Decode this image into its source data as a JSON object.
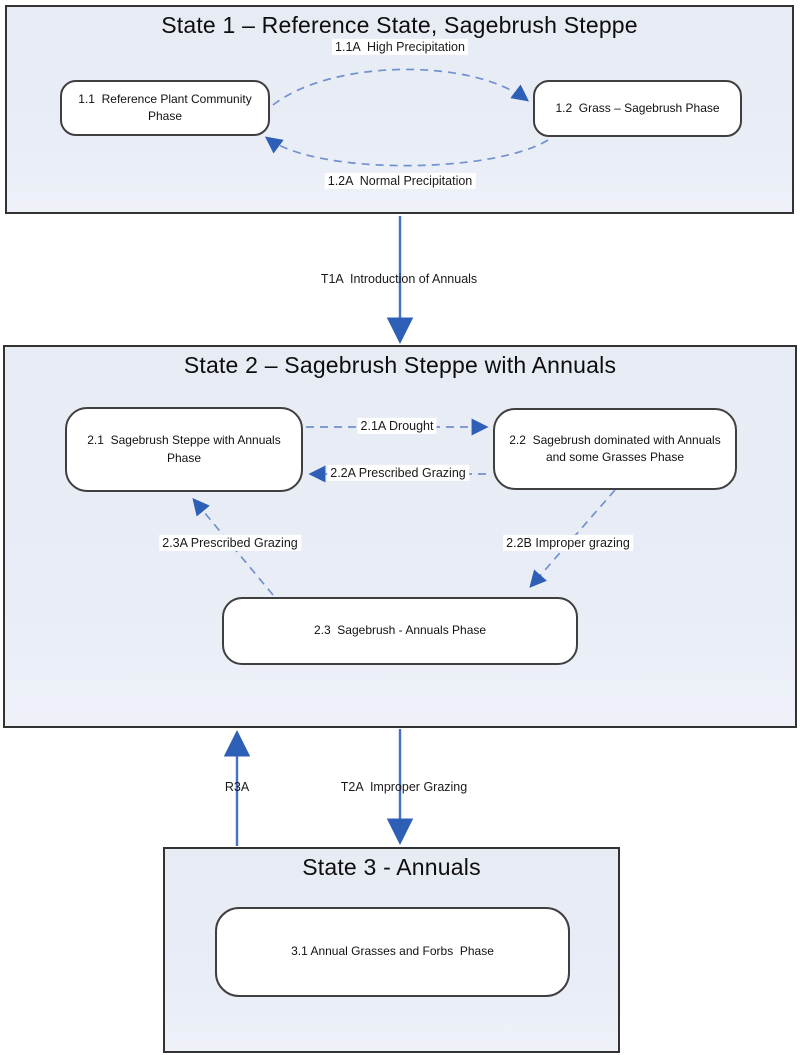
{
  "colors": {
    "state_fill": "#e8ebf4",
    "state_border": "#333333",
    "node_fill": "#ffffff",
    "node_border": "#3f3f3f",
    "solid_arrow": "#4472c4",
    "dashed_arrow": "#7191cf",
    "arrowhead": "#2e5fb7",
    "text": "#111111"
  },
  "state1": {
    "title": "State 1 – Reference State, Sagebrush Steppe",
    "nodes": {
      "n11": "1.1  Reference Plant Community Phase",
      "n12": "1.2  Grass – Sagebrush Phase"
    },
    "arrows": {
      "a11a": "1.1A  High Precipitation",
      "a12a": "1.2A  Normal Precipitation"
    }
  },
  "transitions": {
    "t1a": "T1A  Introduction of Annuals",
    "r3a": "R3A",
    "t2a": "T2A  Improper Grazing"
  },
  "state2": {
    "title": "State 2 – Sagebrush Steppe with Annuals",
    "nodes": {
      "n21": "2.1  Sagebrush Steppe with Annuals Phase",
      "n22": "2.2  Sagebrush dominated with Annuals and some Grasses Phase",
      "n23": "2.3  Sagebrush - Annuals Phase"
    },
    "arrows": {
      "a21a": "2.1A Drought",
      "a22a": "2.2A Prescribed Grazing",
      "a23a": "2.3A Prescribed Grazing",
      "a22b": "2.2B Improper grazing"
    }
  },
  "state3": {
    "title": "State 3 - Annuals",
    "nodes": {
      "n31": "3.1 Annual Grasses and Forbs  Phase"
    }
  }
}
